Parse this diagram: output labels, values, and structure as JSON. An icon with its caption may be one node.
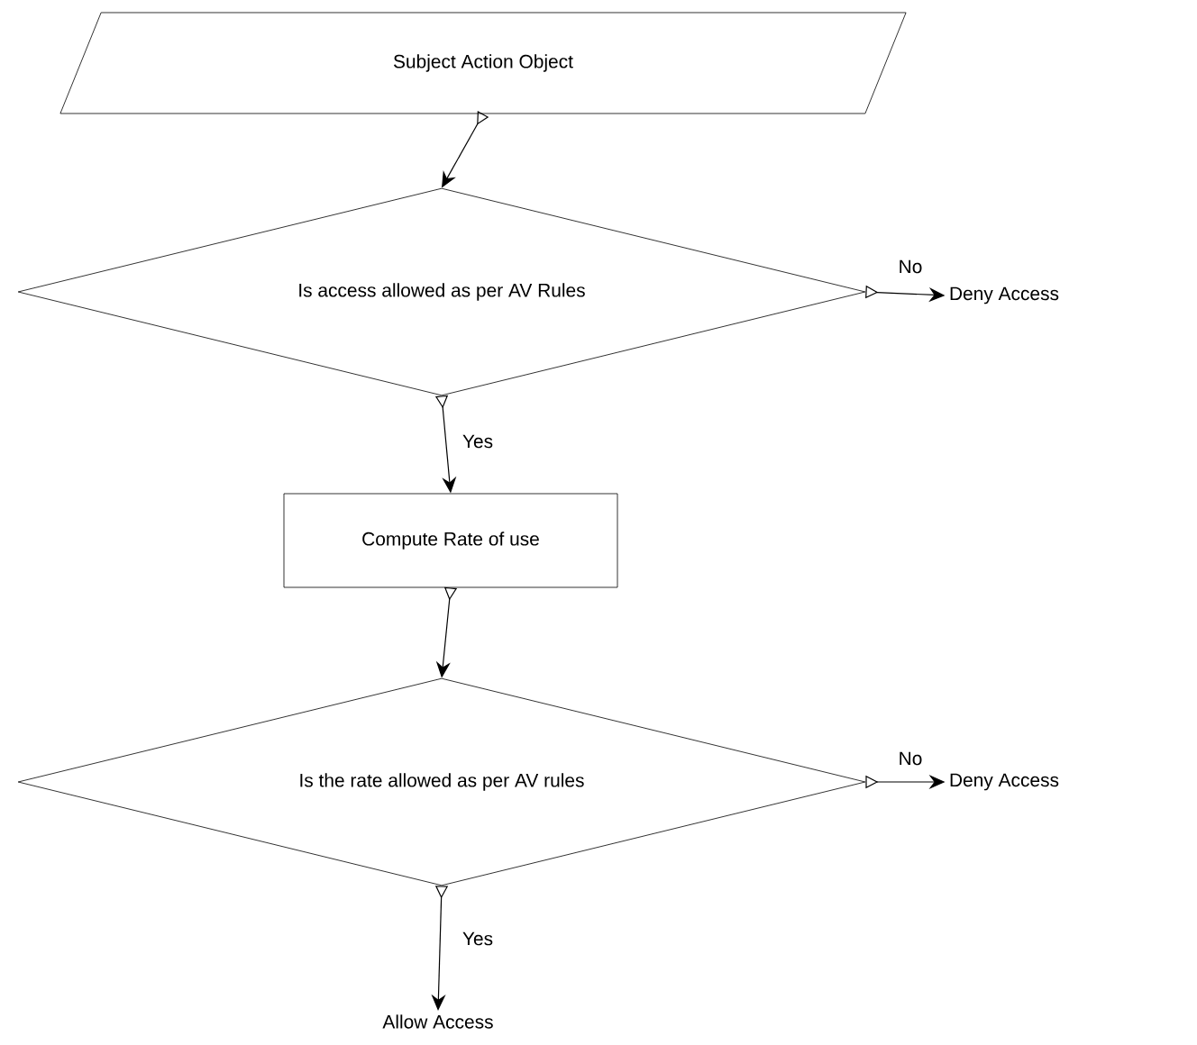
{
  "diagram": {
    "nodes": [
      {
        "text": [
          "Subject  Action  Object"
        ]
      },
      {
        "text": [
          "Is access allowed as per AV Rules"
        ]
      },
      {
        "text": [
          "Deny Access"
        ]
      },
      {
        "text": [
          "Compute Rate of use"
        ]
      },
      {
        "text": [
          "Is the rate allowed as per AV rules"
        ]
      },
      {
        "text": [
          "Deny Access"
        ]
      },
      {
        "text": [
          "Allow Access"
        ]
      }
    ],
    "edges": [
      {
        "from": 0,
        "to": 1,
        "arrow": "to"
      },
      {
        "from": 1,
        "to": 2,
        "arrow": "to",
        "label": "No"
      },
      {
        "from": 1,
        "to": 3,
        "arrow": "to",
        "label": "Yes"
      },
      {
        "from": 3,
        "to": 4,
        "arrow": "to"
      },
      {
        "from": 4,
        "to": 5,
        "arrow": "to",
        "label": "No"
      },
      {
        "from": 4,
        "to": 6,
        "arrow": "to",
        "label": "Yes"
      }
    ]
  }
}
